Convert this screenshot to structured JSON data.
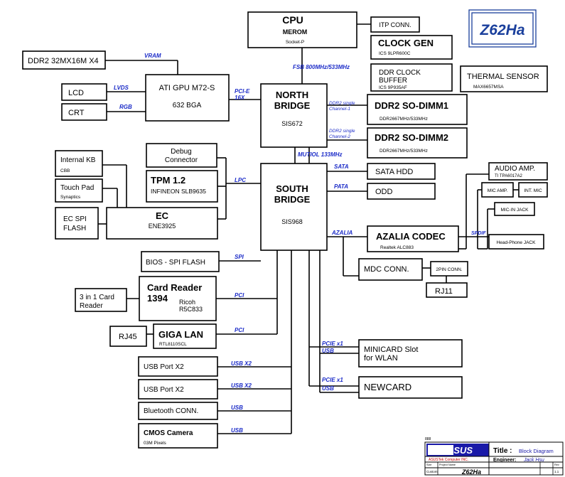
{
  "project_badge": "Z62Ha",
  "blocks": {
    "cpu": {
      "title": "CPU",
      "sub": "MEROM",
      "sub2": "Socket-P"
    },
    "itp": {
      "title": "ITP CONN."
    },
    "clock_gen": {
      "title": "CLOCK GEN",
      "sub": "ICS 9LPR600C"
    },
    "ddr_clock": {
      "title1": "DDR CLOCK",
      "title2": "BUFFER",
      "sub": "ICS 9P935AF"
    },
    "thermal": {
      "title": "THERMAL SENSOR",
      "sub": "MAX6657MSA"
    },
    "vram": {
      "title": "DDR2 32MX16M X4"
    },
    "gpu": {
      "title": "ATI GPU M72-S",
      "sub": "632 BGA"
    },
    "lcd": {
      "title": "LCD"
    },
    "crt": {
      "title": "CRT"
    },
    "north_bridge": {
      "title1": "NORTH",
      "title2": "BRIDGE",
      "sub": "SIS672"
    },
    "dimm1": {
      "title": "DDR2 SO-DIMM1",
      "sub": "DDR2667MHz/533MHz"
    },
    "dimm2": {
      "title": "DDR2 SO-DIMM2",
      "sub": "DDR2667MHz/533MHz"
    },
    "internal_kb": {
      "title": "Internal KB",
      "sub": "CBB"
    },
    "touch_pad": {
      "title": "Touch Pad",
      "sub": "Synaptics"
    },
    "ec_spi": {
      "title1": "EC SPI",
      "title2": "FLASH"
    },
    "debug": {
      "title1": "Debug",
      "title2": "Connector"
    },
    "tpm": {
      "title": "TPM 1.2",
      "sub": "INFINEON SLB9635"
    },
    "ec": {
      "title": "EC",
      "sub": "ENE3925"
    },
    "south_bridge": {
      "title1": "SOUTH",
      "title2": "BRIDGE",
      "sub": "SIS968"
    },
    "sata_hdd": {
      "title": "SATA HDD"
    },
    "odd": {
      "title": "ODD"
    },
    "audio_amp": {
      "title": "AUDIO AMP.",
      "sub": "TI TPA6017A2"
    },
    "mic_amp": {
      "title": "MIC AMP."
    },
    "int_mic": {
      "title": "INT. MIC"
    },
    "mic_in": {
      "title": "MIC-IN JACK"
    },
    "headphone": {
      "title": "Head-Phone JACK"
    },
    "azalia_codec": {
      "title": "AZALIA CODEC",
      "sub": "Realtek ALC883"
    },
    "mdc": {
      "title": "MDC CONN."
    },
    "pin2": {
      "title": "2PIN CONN."
    },
    "rj11": {
      "title": "RJ11"
    },
    "bios": {
      "title": "BIOS - SPI FLASH"
    },
    "card_reader": {
      "title1": "Card Reader",
      "title2": "1394",
      "sub1": "Ricoh",
      "sub2": "R5C833"
    },
    "three_in_one": {
      "title1": "3 in 1 Card",
      "title2": "Reader"
    },
    "rj45": {
      "title": "RJ45"
    },
    "giga_lan": {
      "title": "GIGA LAN",
      "sub": "RTL8110SCL"
    },
    "minicard": {
      "title1": "MINICARD Slot",
      "title2": "for WLAN"
    },
    "newcard": {
      "title": "NEWCARD"
    },
    "usb1": {
      "title": "USB Port X2"
    },
    "usb2": {
      "title": "USB Port X2"
    },
    "bluetooth": {
      "title": "Bluetooth CONN."
    },
    "cmos_camera": {
      "title": "CMOS Camera",
      "sub": "03M Pixels"
    }
  },
  "bus_labels": {
    "vram": "VRAM",
    "lvds": "LVDS",
    "rgb": "RGB",
    "pcie_16x_1": "PCI-E",
    "pcie_16x_2": "16X",
    "fsb": "FSB 800MHz/533MHz",
    "ddr2_ch1_a": "DDR2 single",
    "ddr2_ch1_b": "Channel-1",
    "ddr2_ch2_a": "DDR2 single",
    "ddr2_ch2_b": "Channel-2",
    "mutiol": "MUTIOL 133MHz",
    "lpc": "LPC",
    "sata": "SATA",
    "pata": "PATA",
    "azalia": "AZALIA",
    "spdif": "SPDIF",
    "spi": "SPI",
    "pci_card": "PCI",
    "pci_lan": "PCI",
    "pcie_x1_a": "PCIE x1",
    "usb_mini": "USB",
    "pcie_x1_b": "PCIE x1",
    "usb_new": "USB",
    "usb_x2_1": "USB X2",
    "usb_x2_2": "USB X2",
    "usb_bt": "USB",
    "usb_cam": "USB"
  },
  "title_block": {
    "logo": "ASUS",
    "title_label": "Title :",
    "title_value": "Block Diagram",
    "engineer_label": "Engineer:",
    "engineer_value": "Jack Hsu",
    "company": "ASUSTek Computer INC.",
    "project_name": "Z62Ha",
    "size_label": "Size",
    "size_value": "Custom",
    "project_label": "Project Name",
    "rev_label": "Rev",
    "rev_value": "1.1",
    "corner_code": "888"
  },
  "colors": {
    "bus": "#1c2cc8",
    "badge": "#1a3f9c",
    "logo": "#1a1aa8",
    "accent": "#c00000"
  }
}
